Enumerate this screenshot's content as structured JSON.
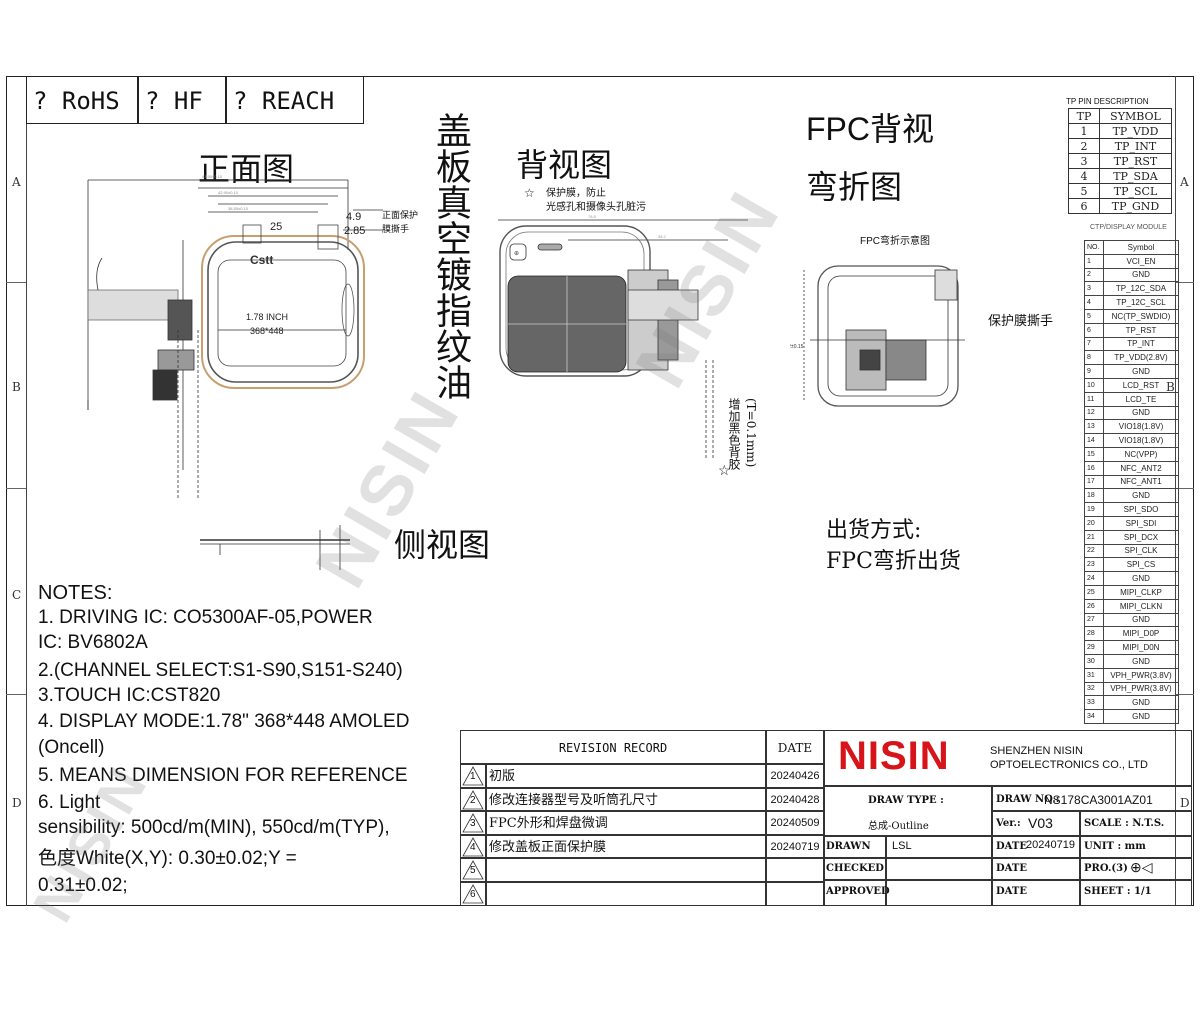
{
  "certs": [
    "? RoHS",
    "? HF",
    "? REACH"
  ],
  "views": {
    "front": "正面图",
    "back": "背视图",
    "side": "侧视图",
    "fpc_back": "FPC背视",
    "bend": "弯折图",
    "cover_vertical": "盖板真空镀指纹油",
    "fpc_bend_diagram": "FPC弯折示意图",
    "protect_tab": "保护膜撕手",
    "front_protect_1": "正面保护",
    "front_protect_2": "膜撕手",
    "back_note_1": "保护膜，防止",
    "back_note_2": "光感孔和摄像头孔脏污",
    "black_tape": "增加黑色背胶",
    "black_tape_t": "(T=0.1mm)"
  },
  "front_view": {
    "size": "1.78 INCH",
    "resolution": "368*448",
    "logo": "Cstt",
    "dim_a": "4.9",
    "dim_b": "2.85",
    "dim_c": "25"
  },
  "shipping": {
    "label": "出货方式:",
    "value": "FPC弯折出货"
  },
  "notes": {
    "title": "NOTES:",
    "lines": [
      "1. DRIVING IC: CO5300AF-05,POWER",
      "IC: BV6802A",
      "2.(CHANNEL SELECT:S1-S90,S151-S240)",
      "3.TOUCH IC:CST820",
      "4. DISPLAY MODE:1.78\" 368*448 AMOLED",
      "(Oncell)",
      "5. MEANS DIMENSION FOR REFERENCE",
      "6. Light",
      "sensibility:      500cd/m(MIN), 550cd/m(TYP),",
      "色度White(X,Y): 0.30±0.02;Y =",
      "0.31±0.02;"
    ]
  },
  "tp_pins": {
    "caption": "TP PIN DESCRIPTION",
    "headers": [
      "TP",
      "SYMBOL"
    ],
    "rows": [
      [
        "1",
        "TP_VDD"
      ],
      [
        "2",
        "TP_INT"
      ],
      [
        "3",
        "TP_RST"
      ],
      [
        "4",
        "TP_SDA"
      ],
      [
        "5",
        "TP_SCL"
      ],
      [
        "6",
        "TP_GND"
      ]
    ]
  },
  "ctp_pins": {
    "caption": "CTP/DISPLAY MODULE",
    "headers": [
      "NO.",
      "Symbol"
    ],
    "rows": [
      [
        "1",
        "VCI_EN"
      ],
      [
        "2",
        "GND"
      ],
      [
        "3",
        "TP_12C_SDA"
      ],
      [
        "4",
        "TP_12C_SCL"
      ],
      [
        "5",
        "NC(TP_SWDIO)"
      ],
      [
        "6",
        "TP_RST"
      ],
      [
        "7",
        "TP_INT"
      ],
      [
        "8",
        "TP_VDD(2.8V)"
      ],
      [
        "9",
        "GND"
      ],
      [
        "10",
        "LCD_RST"
      ],
      [
        "11",
        "LCD_TE"
      ],
      [
        "12",
        "GND"
      ],
      [
        "13",
        "VIO18(1.8V)"
      ],
      [
        "14",
        "VIO18(1.8V)"
      ],
      [
        "15",
        "NC(VPP)"
      ],
      [
        "16",
        "NFC_ANT2"
      ],
      [
        "17",
        "NFC_ANT1"
      ],
      [
        "18",
        "GND"
      ],
      [
        "19",
        "SPI_SDO"
      ],
      [
        "20",
        "SPI_SDI"
      ],
      [
        "21",
        "SPI_DCX"
      ],
      [
        "22",
        "SPI_CLK"
      ],
      [
        "23",
        "SPI_CS"
      ],
      [
        "24",
        "GND"
      ],
      [
        "25",
        "MIPI_CLKP"
      ],
      [
        "26",
        "MIPI_CLKN"
      ],
      [
        "27",
        "GND"
      ],
      [
        "28",
        "MIPI_D0P"
      ],
      [
        "29",
        "MIPI_D0N"
      ],
      [
        "30",
        "GND"
      ],
      [
        "31",
        "VPH_PWR(3.8V)"
      ],
      [
        "32",
        "VPH_PWR(3.8V)"
      ],
      [
        "33",
        "GND"
      ],
      [
        "34",
        "GND"
      ]
    ]
  },
  "zones": [
    "A",
    "B",
    "C",
    "D"
  ],
  "revision": {
    "header": "REVISION RECORD",
    "date_header": "DATE",
    "rows": [
      {
        "no": "1",
        "desc": "初版",
        "date": "20240426"
      },
      {
        "no": "2",
        "desc": "修改连接器型号及听筒孔尺寸",
        "date": "20240428"
      },
      {
        "no": "3",
        "desc": "FPC外形和焊盘微调",
        "date": "20240509"
      },
      {
        "no": "4",
        "desc": "修改盖板正面保护膜",
        "date": "20240719"
      },
      {
        "no": "5",
        "desc": "",
        "date": ""
      },
      {
        "no": "6",
        "desc": "",
        "date": ""
      }
    ]
  },
  "company": {
    "logo": "NISIN",
    "name_1": "SHENZHEN NISIN",
    "name_2": "OPTOELECTRONICS CO., LTD",
    "brand_color": "#d7141a"
  },
  "title_block": {
    "draw_type_label": "DRAW TYPE :",
    "draw_type_value": "总成-Outline",
    "draw_no_label": "DRAW NO.:",
    "draw_no_value": "NS178CA3001AZ01",
    "ver_label": "Ver.:",
    "ver_value": "V03",
    "scale": "SCALE : N.T.S.",
    "drawn_label": "DRAWN",
    "drawn_value": "LSL",
    "checked_label": "CHECKED",
    "approved_label": "APPROVED",
    "date_label": "DATE",
    "date_value": "20240719",
    "unit": "UNIT : mm",
    "pro": "PRO.(3)",
    "sheet": "SHEET :  1/1"
  },
  "watermark": "NISIN"
}
